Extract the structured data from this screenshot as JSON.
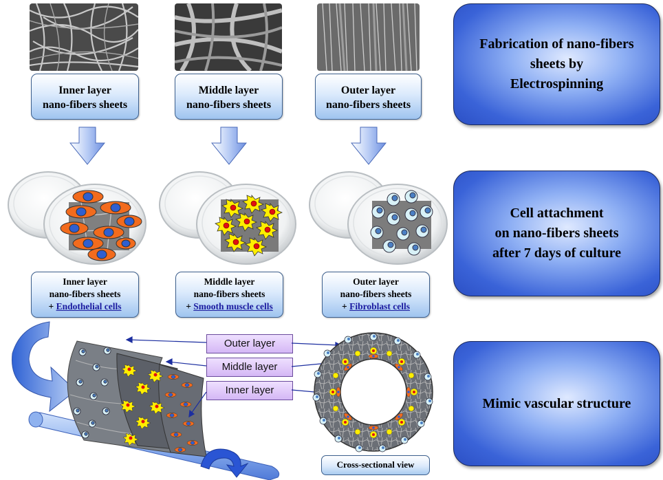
{
  "top_row": {
    "sheets": [
      {
        "line1": "Inner layer",
        "line2": "nano-fibers sheets"
      },
      {
        "line1": "Middle layer",
        "line2": "nano-fibers sheets"
      },
      {
        "line1": "Outer layer",
        "line2": "nano-fibers sheets"
      }
    ]
  },
  "middle_row": {
    "cultures": [
      {
        "line1": "Inner layer",
        "line2": "nano-fibers sheets",
        "prefix": "+ ",
        "cell": "Endothelial cells"
      },
      {
        "line1": "Middle layer",
        "line2": "nano-fibers sheets",
        "prefix": "+ ",
        "cell": "Smooth muscle cells"
      },
      {
        "line1": "Outer layer",
        "line2": "nano-fibers sheets",
        "prefix": "+ ",
        "cell": "Fibroblast cells"
      }
    ]
  },
  "stages": [
    {
      "l1": "Fabrication of nano-fibers",
      "l2": "sheets by",
      "l3": "Electrospinning"
    },
    {
      "l1": "Cell attachment",
      "l2": "on nano-fibers sheets",
      "l3": "after 7 days of culture"
    },
    {
      "l1": "Mimic vascular structure"
    }
  ],
  "bottom": {
    "layers": [
      "Outer layer",
      "Middle layer",
      "Inner layer"
    ],
    "cross_section_label": "Cross-sectional view"
  },
  "colors": {
    "stage_blue": "#3a63d8",
    "label_box_blue": "#9fc4ef",
    "layer_tag_purple": "#d4b7f5",
    "endothelial_orange": "#f26b1d",
    "nucleus_blue": "#2f5fd0",
    "smc_yellow": "#ffee00",
    "smc_red": "#e01010",
    "fibroblast_cyan": "#d8f1f7"
  }
}
